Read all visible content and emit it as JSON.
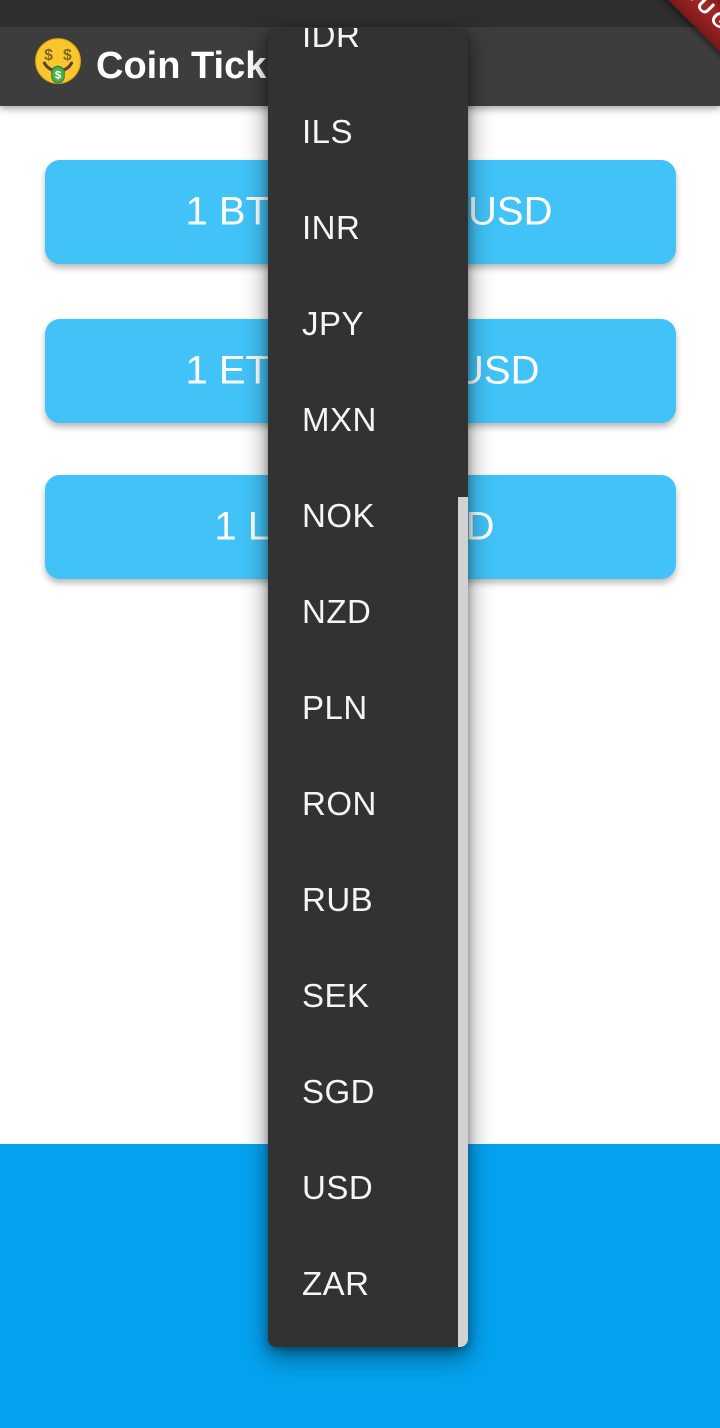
{
  "header": {
    "title": "Coin Ticker",
    "emoji": "money-mouth-face"
  },
  "debug_banner": {
    "label": "DEBUG"
  },
  "buttons": [
    {
      "left_text": "1 BT",
      "right_text": "USD"
    },
    {
      "left_text": "1 ET",
      "right_text": "USD"
    },
    {
      "left_text": "1 L",
      "right_text": "USD"
    }
  ],
  "dropdown": {
    "items": [
      "IDR",
      "ILS",
      "INR",
      "JPY",
      "MXN",
      "NOK",
      "NZD",
      "PLN",
      "RON",
      "RUB",
      "SEK",
      "SGD",
      "USD",
      "ZAR"
    ]
  },
  "colors": {
    "app_bar": "#3d3d3d",
    "status_bar": "#2e2e2e",
    "button_blue": "#41c3f7",
    "bottom_banner_blue": "#04a3ef",
    "dropdown_bg": "#323232",
    "dropdown_text": "#f5f5f5",
    "scroll_thumb": "#d2d2d2",
    "banner_red": "#a52727"
  }
}
